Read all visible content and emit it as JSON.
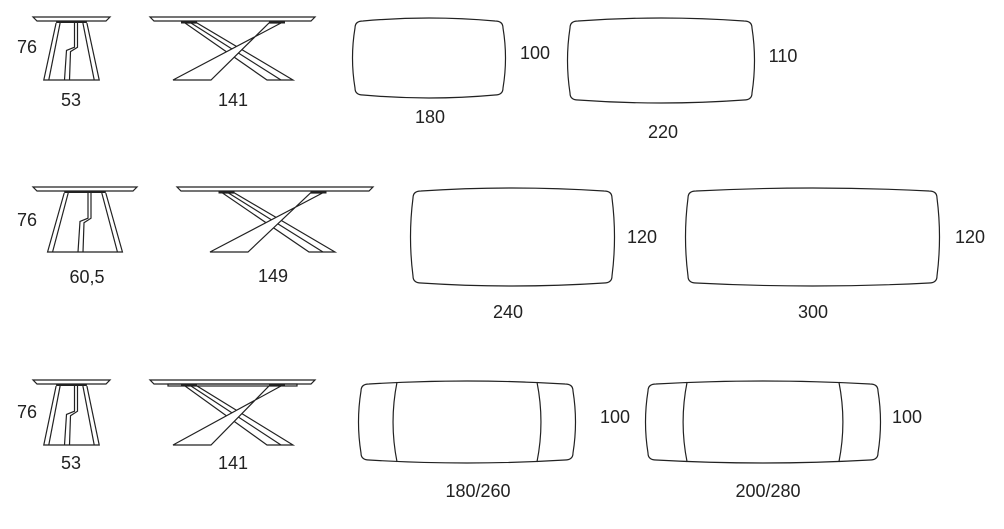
{
  "rows": [
    {
      "end_view": {
        "height": "76",
        "depth": "53"
      },
      "side_view": {
        "base_width": "141"
      },
      "tops": [
        {
          "width": "180",
          "depth": "100",
          "extendable": false
        },
        {
          "width": "220",
          "depth": "110",
          "extendable": false
        }
      ]
    },
    {
      "end_view": {
        "height": "76",
        "depth": "60,5"
      },
      "side_view": {
        "base_width": "149"
      },
      "tops": [
        {
          "width": "240",
          "depth": "120",
          "extendable": false
        },
        {
          "width": "300",
          "depth": "120",
          "extendable": false
        }
      ]
    },
    {
      "end_view": {
        "height": "76",
        "depth": "53"
      },
      "side_view": {
        "base_width": "141"
      },
      "tops": [
        {
          "width": "180/260",
          "depth": "100",
          "extendable": true
        },
        {
          "width": "200/280",
          "depth": "100",
          "extendable": true
        }
      ]
    }
  ]
}
